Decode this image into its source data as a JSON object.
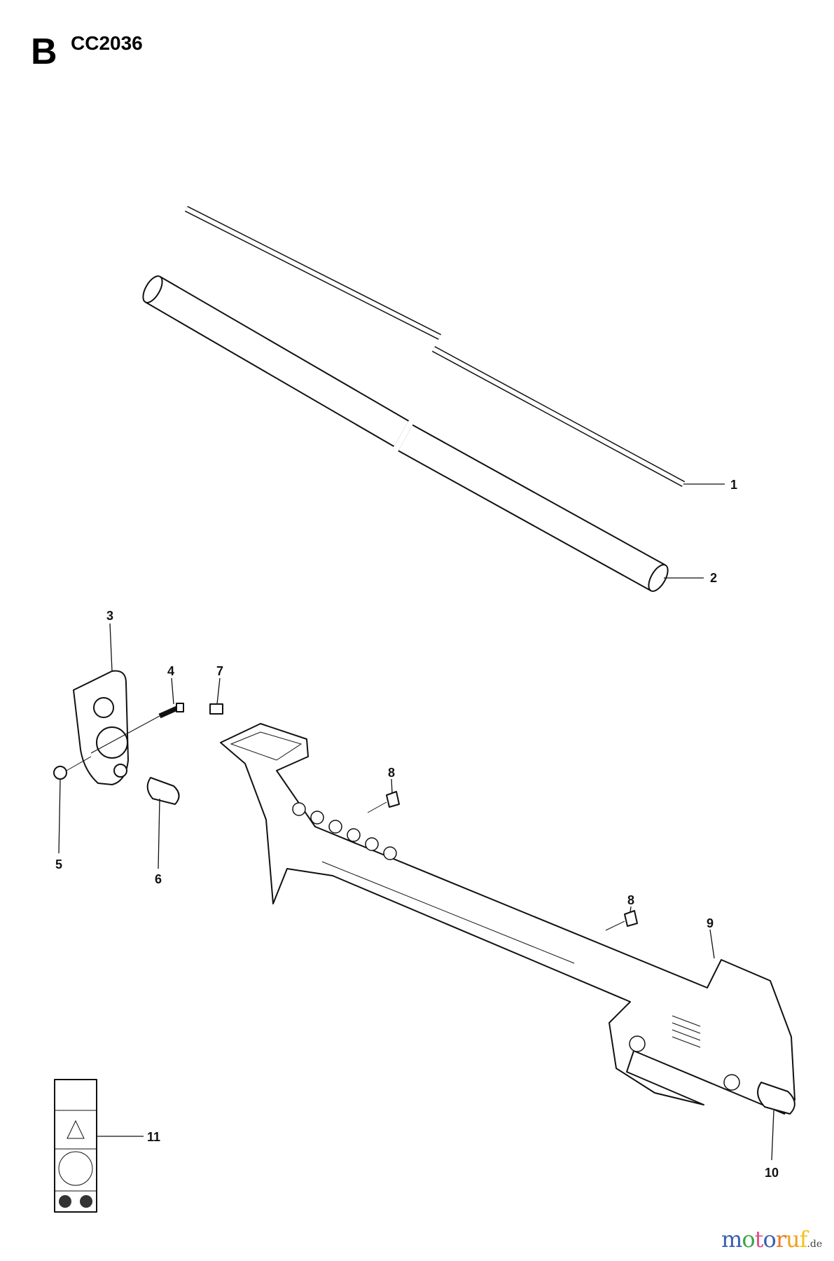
{
  "header": {
    "section_letter": "B",
    "model": "CC2036"
  },
  "callouts": [
    "1",
    "2",
    "3",
    "4",
    "5",
    "6",
    "7",
    "8",
    "8",
    "9",
    "10",
    "11"
  ],
  "watermark": {
    "text": "motoruf",
    "suffix": ".de",
    "colors": [
      "#3a5fb0",
      "#3aa845",
      "#e0508a",
      "#3a5fb0",
      "#e87a2a",
      "#f0a020",
      "#f2c21b"
    ]
  }
}
